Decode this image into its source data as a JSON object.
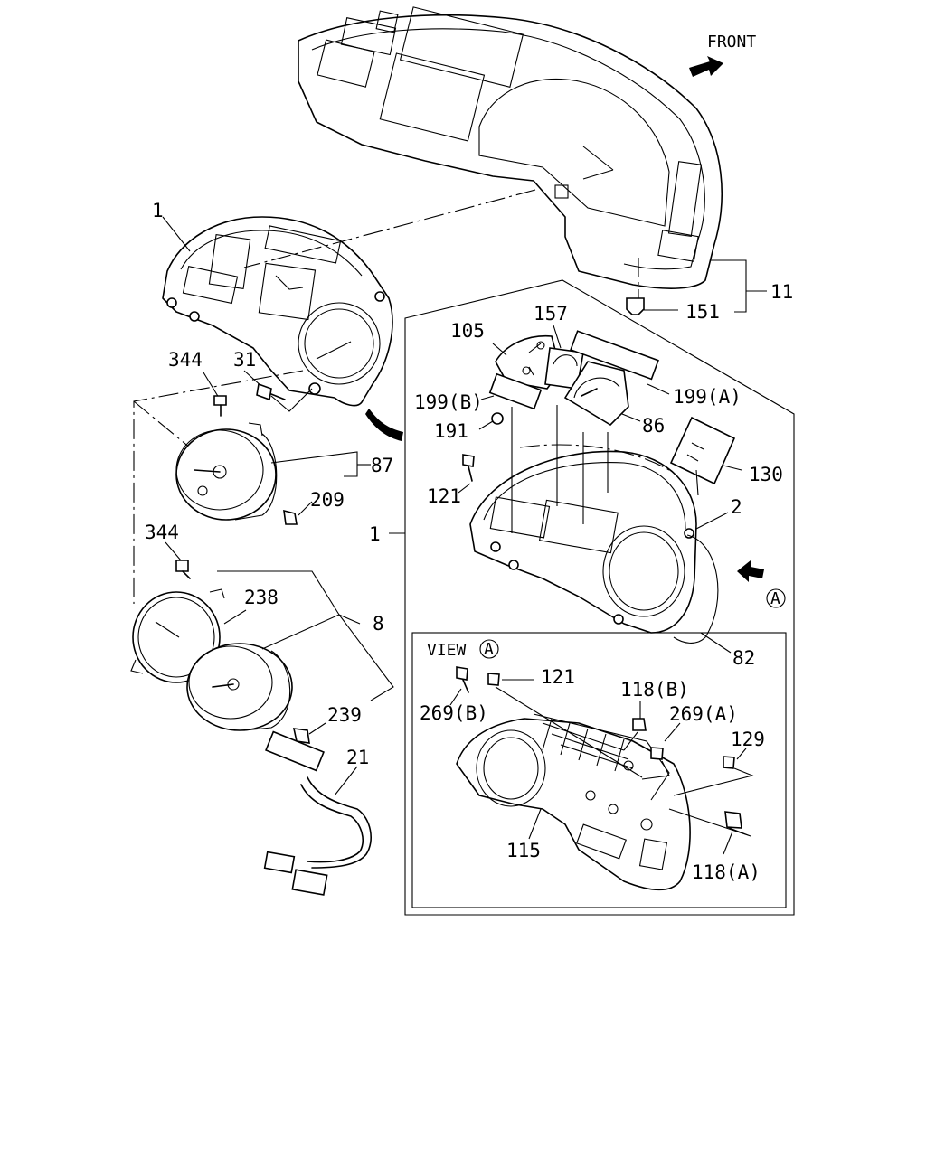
{
  "front_label": "FRONT",
  "view_label": "VIEW",
  "view_marker": "A",
  "labels": {
    "p1_top": "1",
    "p1_left": "1",
    "p2": "2",
    "p8": "8",
    "p11": "11",
    "p21": "21",
    "p31": "31",
    "p82": "82",
    "p86": "86",
    "p87": "87",
    "p105": "105",
    "p115": "115",
    "p118a": "118(A)",
    "p118b": "118(B)",
    "p121a": "121",
    "p121b": "121",
    "p129": "129",
    "p130": "130",
    "p151": "151",
    "p157": "157",
    "p191": "191",
    "p199a": "199(A)",
    "p199b": "199(B)",
    "p209": "209",
    "p238": "238",
    "p239": "239",
    "p269a": "269(A)",
    "p269b": "269(B)",
    "p344a": "344",
    "p344b": "344"
  }
}
